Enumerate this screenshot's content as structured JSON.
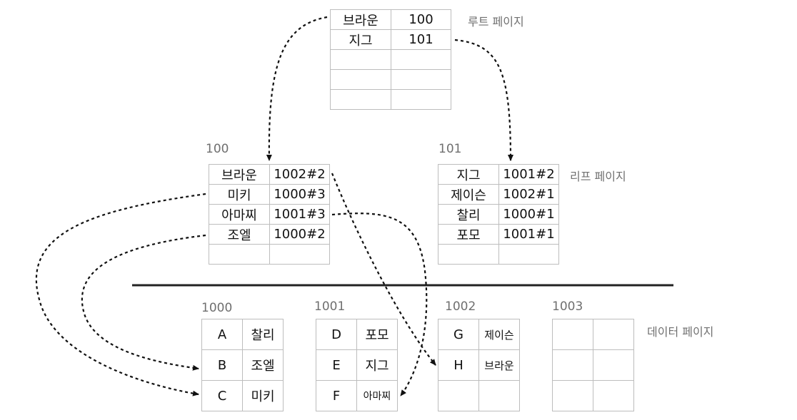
{
  "root_page": {
    "caption": "루트 페이지",
    "rows": [
      {
        "key": "브라운",
        "page": "100"
      },
      {
        "key": "지그",
        "page": "101"
      },
      {
        "key": "",
        "page": ""
      },
      {
        "key": "",
        "page": ""
      },
      {
        "key": "",
        "page": ""
      }
    ]
  },
  "leaf_caption": "리프 페이지",
  "leaf_pages": [
    {
      "id": "100",
      "rows": [
        {
          "key": "브라운",
          "rid": "1002#2"
        },
        {
          "key": "미키",
          "rid": "1000#3"
        },
        {
          "key": "아마찌",
          "rid": "1001#3"
        },
        {
          "key": "조엘",
          "rid": "1000#2"
        },
        {
          "key": "",
          "rid": ""
        }
      ]
    },
    {
      "id": "101",
      "rows": [
        {
          "key": "지그",
          "rid": "1001#2"
        },
        {
          "key": "제이슨",
          "rid": "1002#1"
        },
        {
          "key": "찰리",
          "rid": "1000#1"
        },
        {
          "key": "포모",
          "rid": "1001#1"
        },
        {
          "key": "",
          "rid": ""
        }
      ]
    }
  ],
  "data_caption": "데이터 페이지",
  "data_pages": [
    {
      "id": "1000",
      "rows": [
        {
          "pk": "A",
          "name": "찰리"
        },
        {
          "pk": "B",
          "name": "조엘"
        },
        {
          "pk": "C",
          "name": "미키"
        }
      ]
    },
    {
      "id": "1001",
      "rows": [
        {
          "pk": "D",
          "name": "포모"
        },
        {
          "pk": "E",
          "name": "지그"
        },
        {
          "pk": "F",
          "name": "아마찌"
        }
      ]
    },
    {
      "id": "1002",
      "rows": [
        {
          "pk": "G",
          "name": "제이슨"
        },
        {
          "pk": "H",
          "name": "브라운"
        },
        {
          "pk": "",
          "name": ""
        }
      ]
    },
    {
      "id": "1003",
      "rows": [
        {
          "pk": "",
          "name": ""
        },
        {
          "pk": "",
          "name": ""
        },
        {
          "pk": "",
          "name": ""
        }
      ]
    }
  ]
}
